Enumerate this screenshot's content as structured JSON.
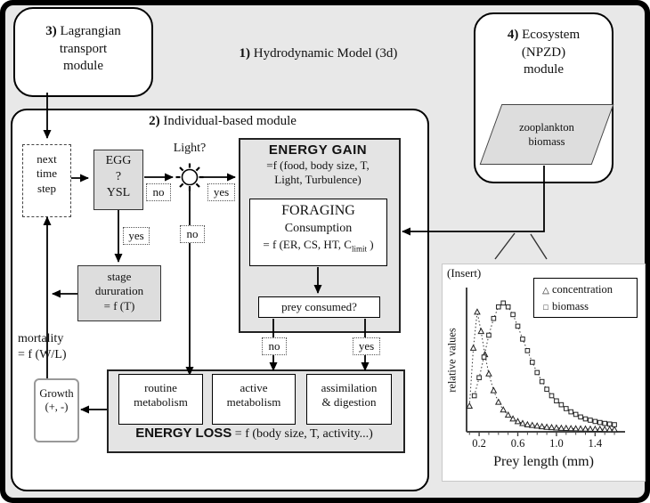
{
  "header": {
    "hydrodynamic_num": "1)",
    "hydrodynamic_label": "Hydrodynamic Model (3d)"
  },
  "lagrangian": {
    "num": "3)",
    "lines": [
      "Lagrangian",
      "transport",
      "module"
    ]
  },
  "ecosystem": {
    "num": "4)",
    "lines": [
      "Ecosystem",
      "(NPZD)",
      "module"
    ],
    "parallelogram": [
      "zooplankton",
      "biomass"
    ]
  },
  "individual": {
    "num": "2)",
    "label": "Individual-based module"
  },
  "flow": {
    "next_time_step": {
      "lines": [
        "next",
        "time",
        "step"
      ]
    },
    "egg": {
      "lines": [
        "EGG",
        "?",
        "YSL"
      ]
    },
    "light_label": "Light?",
    "labels": {
      "no": "no",
      "yes": "yes"
    },
    "energy_gain": {
      "title": "ENERGY GAIN",
      "formula": [
        "=f (food, body size, T,",
        "Light, Turbulence)"
      ]
    },
    "foraging": {
      "title": "FORAGING",
      "subtitle": "Consumption",
      "formula_pre": "= f (ER, CS, HT, C",
      "formula_sub": "limit",
      "formula_post": " )"
    },
    "prey_consumed": "prey consumed?",
    "stage_duration": {
      "lines": [
        "stage",
        "dururation",
        "= f (T)"
      ]
    },
    "mortality": {
      "lines": [
        "mortality",
        "= f (W/L)"
      ]
    },
    "growth": {
      "lines": [
        "Growth",
        "(+, -)"
      ]
    },
    "metabolism": {
      "routine": [
        "routine",
        "metabolism"
      ],
      "active": [
        "active",
        "metabolism"
      ],
      "assimilation": [
        "assimilation",
        "& digestion"
      ]
    },
    "energy_loss": {
      "title": "ENERGY LOSS",
      "formula": "= f (body size, T, activity...)"
    }
  },
  "icons": {
    "light_decision": "sun-with-rays"
  },
  "colors": {
    "page_bg": "#e8e8e8",
    "frame": "#000000",
    "gray_fill": "#dddddd",
    "container_fill": "#e4e4e4",
    "line": "#111111"
  },
  "insert": {
    "label": "(Insert)"
  },
  "chart_data": {
    "type": "scatter",
    "title": "(Insert)",
    "xlabel": "Prey length (mm)",
    "ylabel": "relative values",
    "xlim": [
      0.07,
      1.71
    ],
    "ylim": [
      0,
      1.12
    ],
    "xticks_major": [
      0.2,
      0.6,
      1.0,
      1.4
    ],
    "xticks_minor": [
      0.1,
      0.3,
      0.4,
      0.5,
      0.7,
      0.8,
      0.9,
      1.1,
      1.2,
      1.3,
      1.5,
      1.6
    ],
    "grid": false,
    "legend_position": "top-right",
    "series": [
      {
        "name": "concentration",
        "marker": "triangle",
        "line": "dotted",
        "x": [
          0.1,
          0.14,
          0.18,
          0.22,
          0.26,
          0.3,
          0.35,
          0.4,
          0.45,
          0.5,
          0.55,
          0.6,
          0.65,
          0.7,
          0.75,
          0.8,
          0.85,
          0.9,
          0.95,
          1.0,
          1.05,
          1.1,
          1.15,
          1.2,
          1.25,
          1.3,
          1.35,
          1.4,
          1.45,
          1.5,
          1.55,
          1.6
        ],
        "y": [
          0.2,
          0.65,
          0.93,
          0.78,
          0.6,
          0.45,
          0.32,
          0.23,
          0.17,
          0.13,
          0.1,
          0.08,
          0.065,
          0.055,
          0.05,
          0.045,
          0.04,
          0.036,
          0.033,
          0.03,
          0.028,
          0.027,
          0.025,
          0.024,
          0.023,
          0.022,
          0.021,
          0.02,
          0.02,
          0.019,
          0.018,
          0.018
        ]
      },
      {
        "name": "biomass",
        "marker": "square",
        "line": "dotted",
        "x": [
          0.15,
          0.2,
          0.25,
          0.3,
          0.35,
          0.4,
          0.45,
          0.5,
          0.55,
          0.6,
          0.65,
          0.7,
          0.75,
          0.8,
          0.85,
          0.9,
          0.95,
          1.0,
          1.05,
          1.1,
          1.15,
          1.2,
          1.25,
          1.3,
          1.35,
          1.4,
          1.45,
          1.5,
          1.55,
          1.6
        ],
        "y": [
          0.28,
          0.42,
          0.58,
          0.75,
          0.88,
          0.97,
          1.0,
          0.97,
          0.91,
          0.82,
          0.72,
          0.63,
          0.54,
          0.46,
          0.39,
          0.33,
          0.28,
          0.24,
          0.21,
          0.18,
          0.155,
          0.135,
          0.115,
          0.1,
          0.09,
          0.08,
          0.072,
          0.065,
          0.06,
          0.055
        ]
      }
    ]
  }
}
